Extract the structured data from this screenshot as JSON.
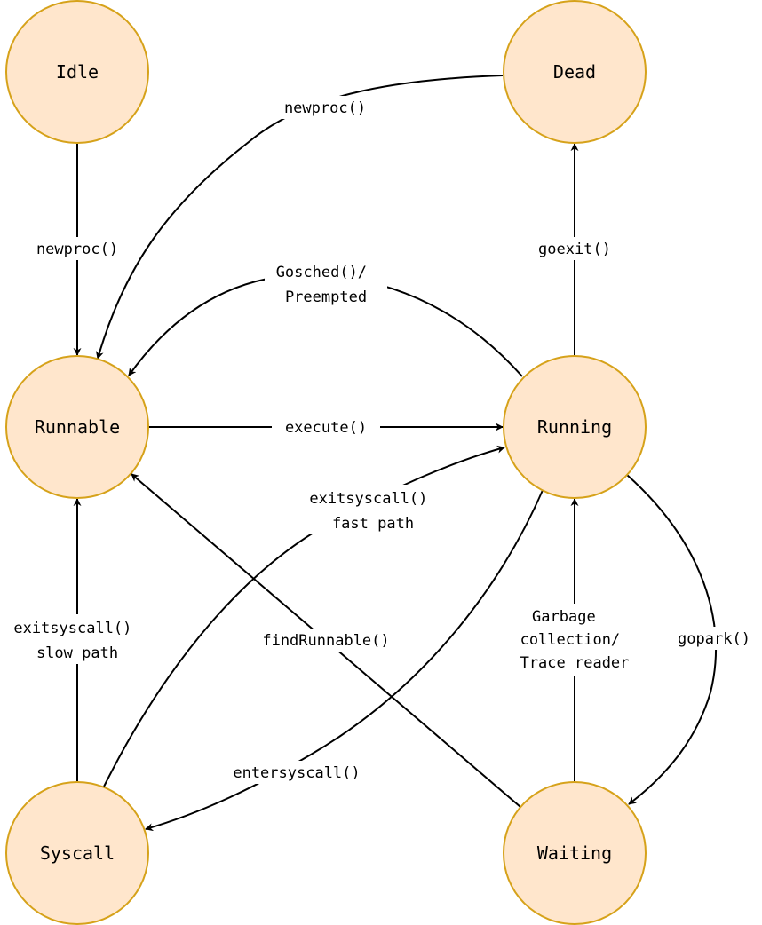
{
  "states": {
    "idle": "Idle",
    "dead": "Dead",
    "runnable": "Runnable",
    "running": "Running",
    "syscall": "Syscall",
    "waiting": "Waiting"
  },
  "transitions": {
    "dead_to_runnable": "newproc()",
    "idle_to_runnable": "newproc()",
    "running_to_dead": "goexit()",
    "running_to_runnable": [
      "Gosched()/",
      "Preempted"
    ],
    "runnable_to_running": "execute()",
    "syscall_to_running": [
      "exitsyscall()",
      "fast path"
    ],
    "syscall_to_runnable": [
      "exitsyscall()",
      "slow path"
    ],
    "waiting_to_runnable": "findRunnable()",
    "waiting_to_running": [
      "Garbage",
      "collection/",
      "Trace reader"
    ],
    "running_to_waiting": "gopark()",
    "running_to_syscall": "entersyscall()"
  },
  "colors": {
    "node_fill": "#ffe6cc",
    "node_stroke": "#d6a21a",
    "edge": "#000000"
  }
}
